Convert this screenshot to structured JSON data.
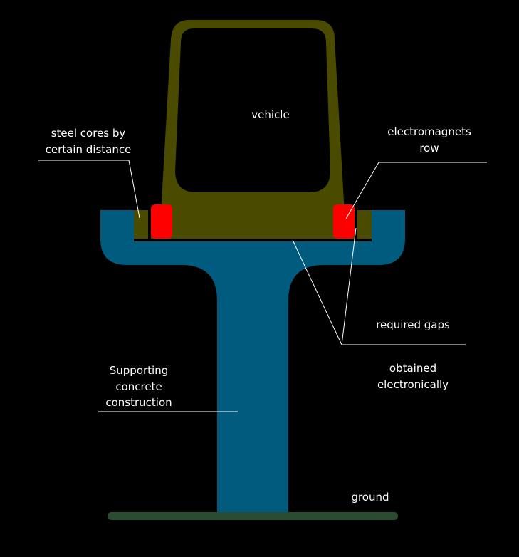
{
  "colors": {
    "background": "#000000",
    "vehicle_body": "#4b4b00",
    "electromagnet": "#ff0000",
    "support_structure": "#005b7f",
    "ground": "#2a4d32",
    "leader_line": "#ffffff"
  },
  "labels": {
    "vehicle": "vehicle",
    "steel_cores_line1": "steel cores by",
    "steel_cores_line2": "certain distance",
    "electromagnets_line1": "electromagnets",
    "electromagnets_line2": "row",
    "required_gaps": "required gaps",
    "obtained_line1": "obtained",
    "obtained_line2": "electronically",
    "support_line1": "Supporting",
    "support_line2": "concrete",
    "support_line3": "construction",
    "ground": "ground"
  }
}
